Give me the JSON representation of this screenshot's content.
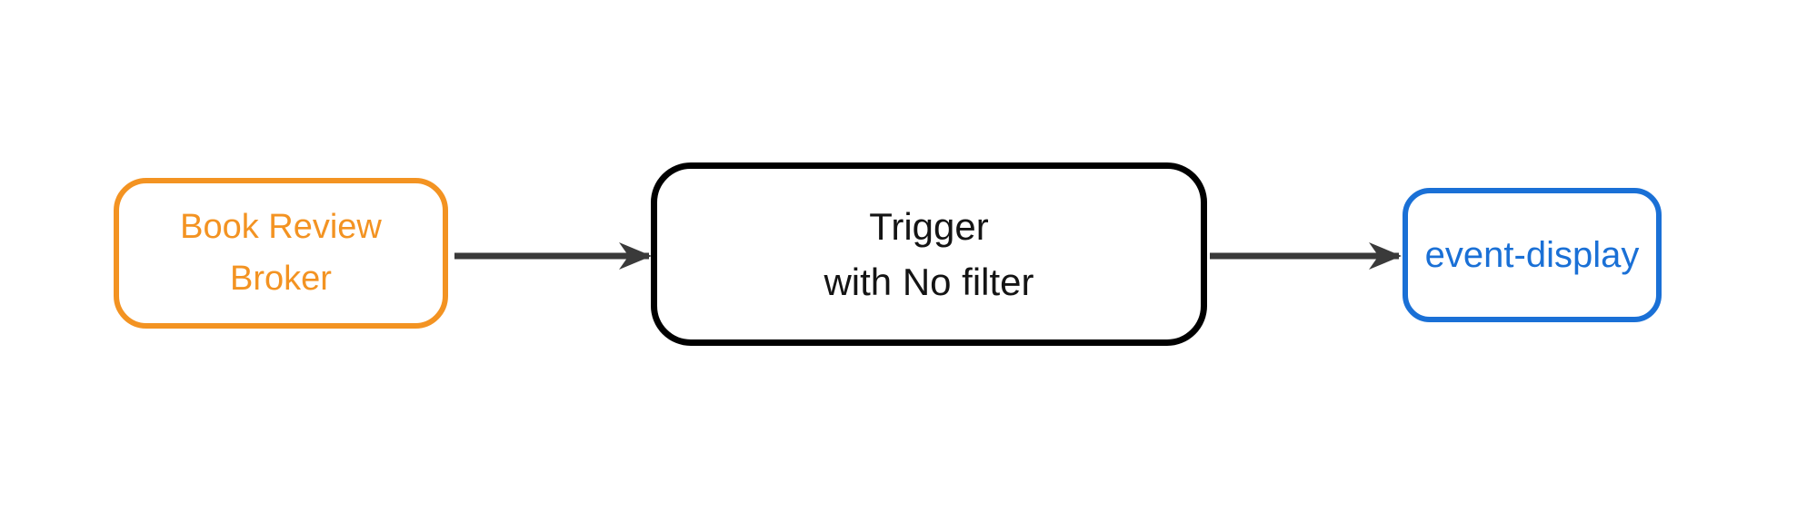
{
  "colors": {
    "background": "#ffffff",
    "broker": "#f39322",
    "trigger": "#000000",
    "sink": "#1a70d6",
    "arrow": "#3a3a3a"
  },
  "nodes": {
    "broker": {
      "label": "Book Review Broker",
      "lines": [
        "Book Review",
        "Broker"
      ]
    },
    "trigger": {
      "label": "Trigger with No filter",
      "lines": [
        "Trigger",
        "with No filter"
      ]
    },
    "sink": {
      "label": "event-display",
      "lines": [
        "event-display"
      ]
    }
  },
  "edges": [
    {
      "from": "broker",
      "to": "trigger"
    },
    {
      "from": "trigger",
      "to": "sink"
    }
  ]
}
